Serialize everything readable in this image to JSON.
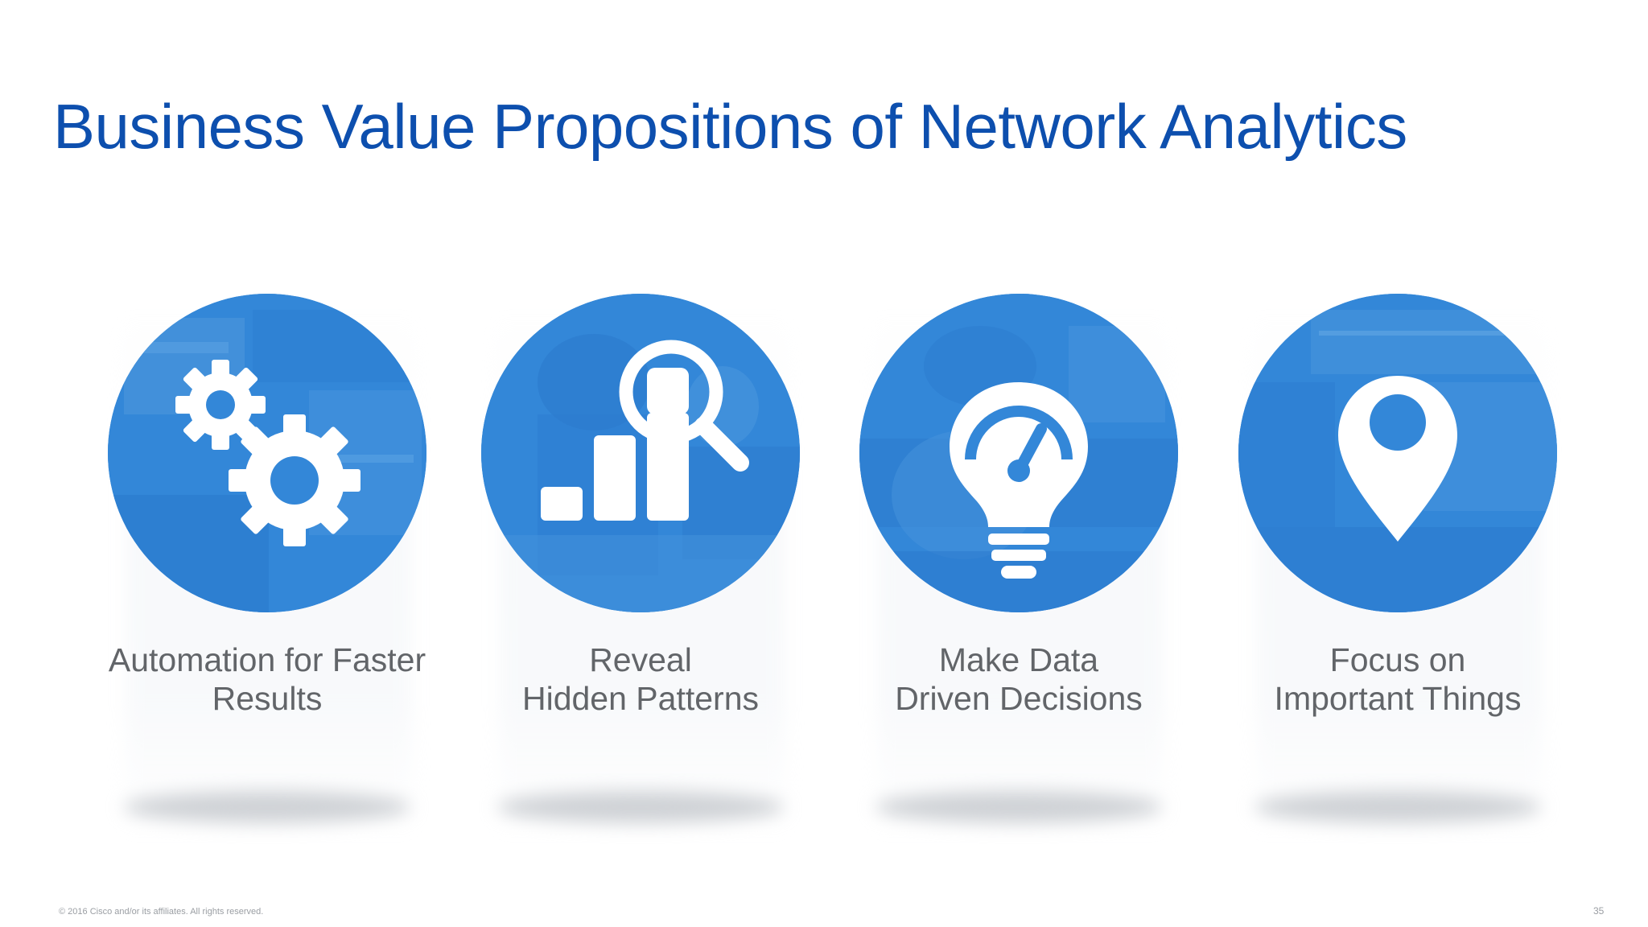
{
  "slide": {
    "title": "Business Value Propositions of Network Analytics",
    "colors": {
      "title": "#0d4fae",
      "circle_fill": "#3387d8",
      "caption_text": "#626569",
      "footer_text": "#9a9ea3"
    }
  },
  "cards": [
    {
      "icon": "gears-icon",
      "caption_line1": "Automation for Faster",
      "caption_line2": "Results"
    },
    {
      "icon": "bar-chart-magnifier-icon",
      "caption_line1": "Reveal",
      "caption_line2": "Hidden Patterns"
    },
    {
      "icon": "lightbulb-gauge-icon",
      "caption_line1": "Make Data",
      "caption_line2": "Driven Decisions"
    },
    {
      "icon": "map-pin-icon",
      "caption_line1": "Focus on",
      "caption_line2": "Important Things"
    }
  ],
  "footer": {
    "copyright": "© 2016 Cisco and/or its affiliates. All rights reserved.",
    "page_number": "35"
  }
}
